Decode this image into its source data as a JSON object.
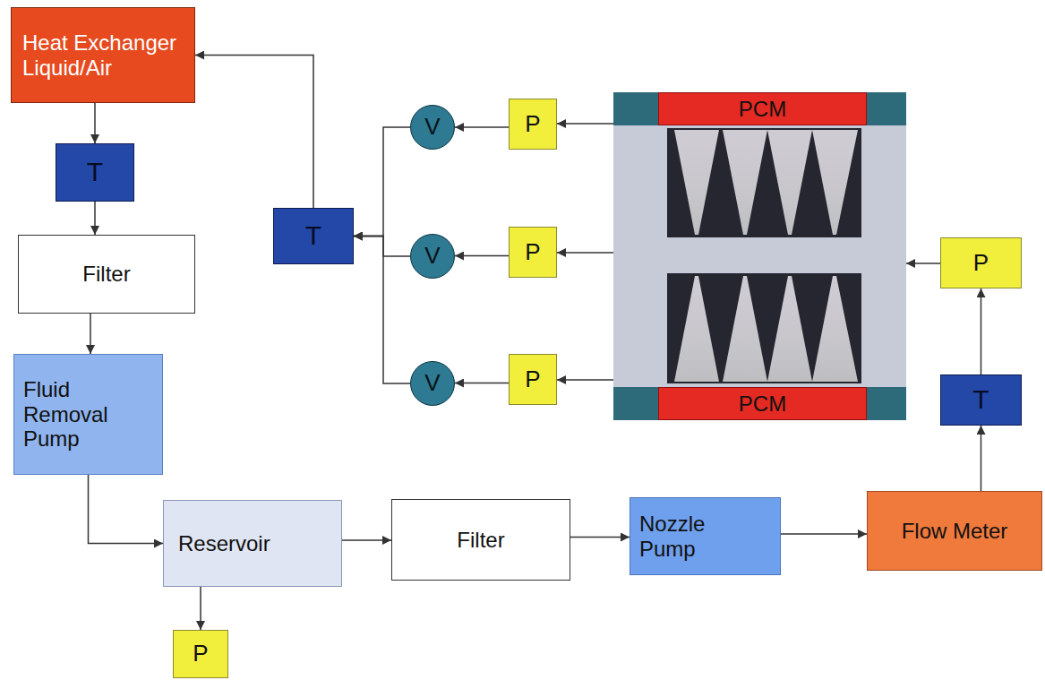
{
  "diagram": {
    "nodes": [
      {
        "text": [
          "Heat Exchanger Liquid/Air"
        ]
      },
      {
        "text": [
          "T"
        ]
      },
      {
        "text": [
          "Filter"
        ]
      },
      {
        "text": [
          "Fluid Removal Pump"
        ]
      },
      {
        "text": [
          "Reservoir"
        ]
      },
      {
        "text": [
          "P"
        ]
      },
      {
        "text": [
          "Filter"
        ]
      },
      {
        "text": [
          "Nozzle Pump"
        ]
      },
      {
        "text": [
          "Flow Meter"
        ]
      },
      {
        "text": [
          "T"
        ]
      },
      {
        "text": [
          "P"
        ]
      },
      {
        "text": [
          "PCM"
        ]
      },
      {
        "text": [
          "PCM"
        ]
      },
      {
        "text": [
          "P"
        ]
      },
      {
        "text": [
          "P"
        ]
      },
      {
        "text": [
          "P"
        ]
      },
      {
        "text": [
          "V"
        ]
      },
      {
        "text": [
          "V"
        ]
      },
      {
        "text": [
          "V"
        ]
      },
      {
        "text": [
          "T"
        ]
      }
    ],
    "edges": [
      {
        "from": 0,
        "to": 1,
        "arrow": "to"
      },
      {
        "from": 1,
        "to": 2,
        "arrow": "to"
      },
      {
        "from": 2,
        "to": 3,
        "arrow": "to"
      },
      {
        "from": 3,
        "to": 4,
        "arrow": "to"
      },
      {
        "from": 4,
        "to": 5,
        "arrow": "to"
      },
      {
        "from": 4,
        "to": 6,
        "arrow": "to"
      },
      {
        "from": 6,
        "to": 7,
        "arrow": "to"
      },
      {
        "from": 7,
        "to": 8,
        "arrow": "to"
      },
      {
        "from": 8,
        "to": 9,
        "arrow": "to"
      },
      {
        "from": 9,
        "to": 10,
        "arrow": "to"
      },
      {
        "from": 13,
        "to": 16,
        "arrow": "to"
      },
      {
        "from": 14,
        "to": 17,
        "arrow": "to"
      },
      {
        "from": 15,
        "to": 18,
        "arrow": "to"
      },
      {
        "from": 16,
        "to": 19,
        "arrow": "to"
      },
      {
        "from": 17,
        "to": 19,
        "arrow": "to"
      },
      {
        "from": 18,
        "to": 19,
        "arrow": "to"
      },
      {
        "from": 19,
        "to": 0,
        "arrow": "to"
      }
    ]
  }
}
